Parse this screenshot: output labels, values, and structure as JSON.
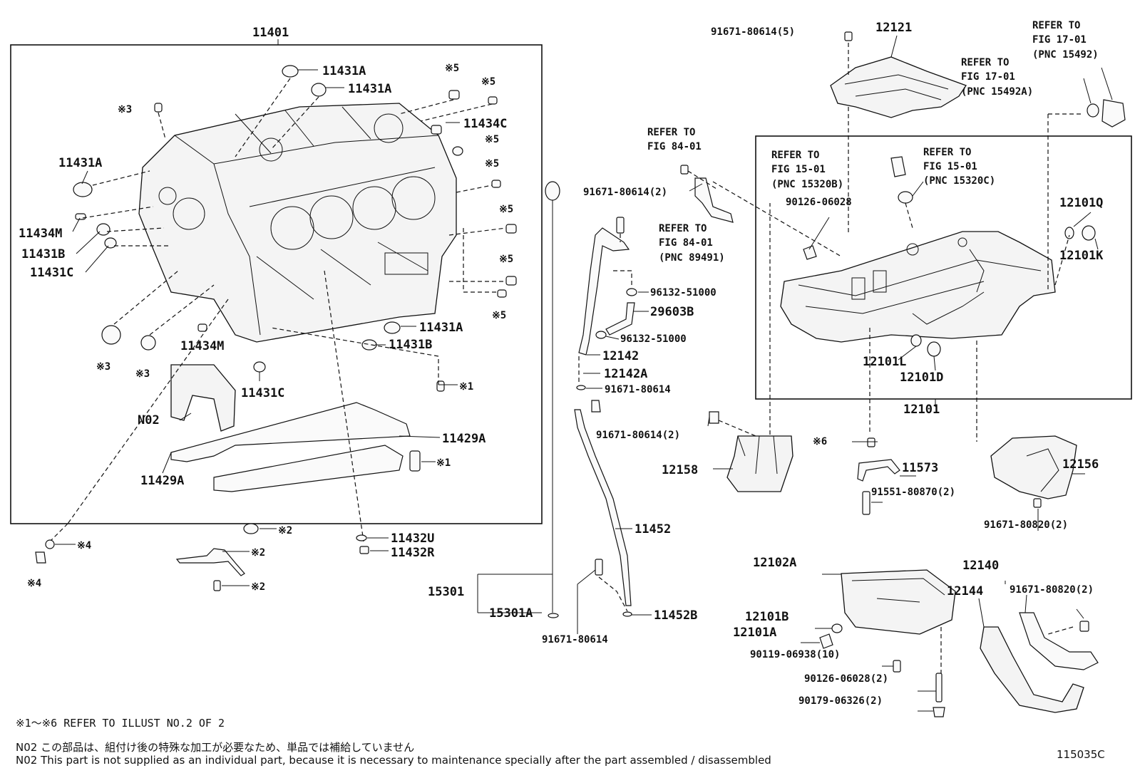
{
  "figure_code": "115035C",
  "notes": {
    "refer_line": "※1～※6 REFER TO ILLUST NO.2 OF 2",
    "n02_japanese": "N02 この部品は、組付け後の特殊な加工が必要なため、単品では補給していません",
    "n02_english": "N02 This part is not supplied as an individual part, because it is necessary to maintenance specially after the part assembled / disassembled"
  },
  "group_labels": {
    "cylinder_block": "11401",
    "oil_pan_assy": "12101",
    "oil_pan_baffle": "12121",
    "oil_strainer_group": "12140"
  },
  "labels": {
    "p11431A_1": "11431A",
    "p11431A_2": "11431A",
    "p11431A_3": "11431A",
    "p11431A_4": "11431A",
    "p11434C": "11434C",
    "p11434M_1": "11434M",
    "p11434M_2": "11434M",
    "p11431B_1": "11431B",
    "p11431B_2": "11431B",
    "p11431C_1": "11431C",
    "p11431C_2": "11431C",
    "pN02": "N02",
    "p11429A_1": "11429A",
    "p11429A_2": "11429A",
    "p11432U": "11432U",
    "p11432R": "11432R",
    "p15301": "15301",
    "p15301A": "15301A",
    "p11452": "11452",
    "p11452B": "11452B",
    "p12142": "12142",
    "p12142A": "12142A",
    "p29603B": "29603B",
    "p96132_1": "96132-51000",
    "p96132_2": "96132-51000",
    "p91671_80614_5": "91671-80614(5)",
    "p91671_80614_2a": "91671-80614(2)",
    "p91671_80614_a": "91671-80614",
    "p91671_80614_2b": "91671-80614(2)",
    "p91671_80614_b": "91671-80614",
    "p12158": "12158",
    "p90126_06028": "90126-06028",
    "p12101Q": "12101Q",
    "p12101K": "12101K",
    "p12101L": "12101L",
    "p12101D": "12101D",
    "p11573": "11573",
    "p91551": "91551-80870(2)",
    "p12156": "12156",
    "p91671_80820_a": "91671-80820(2)",
    "p12102A": "12102A",
    "p12101B": "12101B",
    "p12101A": "12101A",
    "p90119": "90119-06938(10)",
    "p90126_2": "90126-06028(2)",
    "p90179": "90179-06326(2)",
    "p12144": "12144",
    "p91671_80820_b": "91671-80820(2)"
  },
  "refer_notes": {
    "fig84_a_1": "REFER TO",
    "fig84_a_2": "FIG 84-01",
    "fig84_b_1": "REFER TO",
    "fig84_b_2": "FIG 84-01",
    "fig84_b_3": "(PNC 89491)",
    "fig15_b_1": "REFER TO",
    "fig15_b_2": "FIG 15-01",
    "fig15_b_3": "(PNC 15320B)",
    "fig15_c_1": "REFER TO",
    "fig15_c_2": "FIG 15-01",
    "fig15_c_3": "(PNC 15320C)",
    "fig17_a_1": "REFER TO",
    "fig17_a_2": "FIG 17-01",
    "fig17_a_3": "(PNC 15492A)",
    "fig17_b_1": "REFER TO",
    "fig17_b_2": "FIG 17-01",
    "fig17_b_3": "(PNC 15492)"
  },
  "markers": {
    "m1a": "※1",
    "m1b": "※1",
    "m2a": "※2",
    "m2b": "※2",
    "m2c": "※2",
    "m3a": "※3",
    "m3b": "※3",
    "m3c": "※3",
    "m4a": "※4",
    "m4b": "※4",
    "m5a": "※5",
    "m5b": "※5",
    "m5c": "※5",
    "m5d": "※5",
    "m5e": "※5",
    "m5f": "※5",
    "m5g": "※5",
    "m6": "※6"
  }
}
